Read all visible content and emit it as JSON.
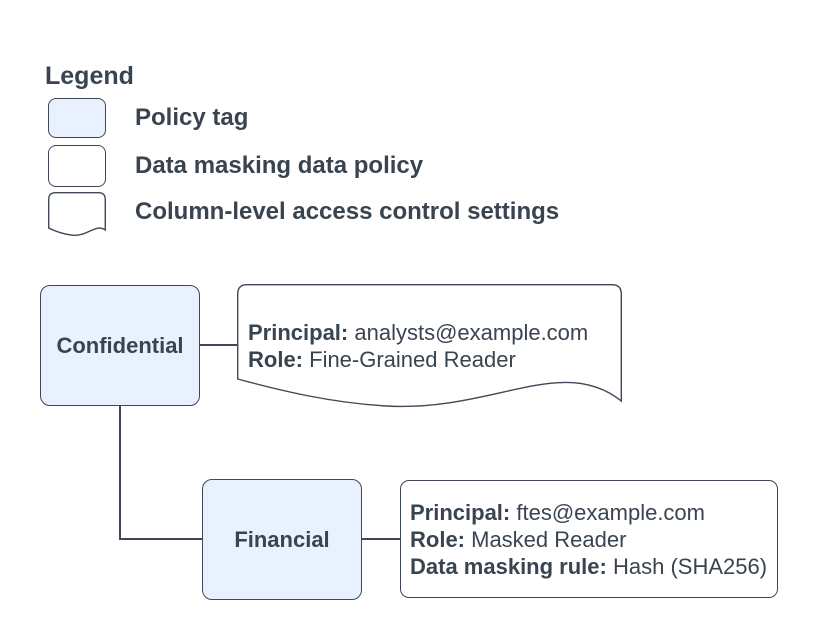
{
  "colors": {
    "policy_tag_fill": "#e9f1fe",
    "stroke": "#3e4856",
    "text": "#3a4450",
    "background": "#ffffff"
  },
  "legend": {
    "title": "Legend",
    "items": [
      {
        "shape": "policy-tag-swatch",
        "label": "Policy tag"
      },
      {
        "shape": "data-policy-swatch",
        "label": "Data masking data policy"
      },
      {
        "shape": "document-swatch",
        "label": "Column-level access control settings"
      }
    ]
  },
  "diagram": {
    "nodes": {
      "confidential": {
        "label": "Confidential"
      },
      "financial": {
        "label": "Financial"
      }
    },
    "confidential_policy": {
      "shape": "column-level-access-control-settings",
      "rows": [
        {
          "label": "Principal:",
          "value": "analysts@example.com"
        },
        {
          "label": "Role:",
          "value": "Fine-Grained Reader"
        }
      ]
    },
    "financial_policy": {
      "shape": "data-masking-data-policy",
      "rows": [
        {
          "label": "Principal:",
          "value": "ftes@example.com"
        },
        {
          "label": "Role:",
          "value": "Masked Reader"
        },
        {
          "label": "Data masking rule:",
          "value": "Hash (SHA256)"
        }
      ]
    }
  }
}
